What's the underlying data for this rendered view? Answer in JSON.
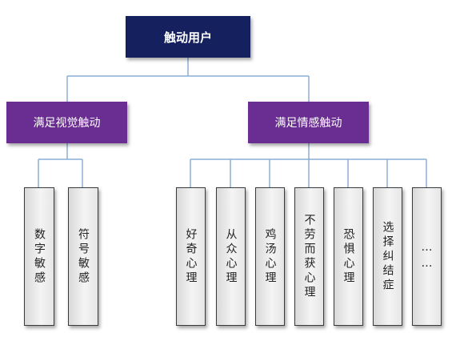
{
  "root": {
    "label": "触动用户"
  },
  "categories": [
    {
      "label": "满足视觉触动",
      "leaves": [
        "数字敏感",
        "符号敏感"
      ]
    },
    {
      "label": "满足情感触动",
      "leaves": [
        "好奇心理",
        "从众心理",
        "鸡汤心理",
        "不劳而获心理",
        "恐惧心理",
        "选择纠结症",
        "……"
      ]
    }
  ],
  "colors": {
    "root_fill": "#15215f",
    "category_fill": "#6a2d91",
    "connector": "#8aaed6",
    "leaf_border": "#3a3a3a"
  }
}
